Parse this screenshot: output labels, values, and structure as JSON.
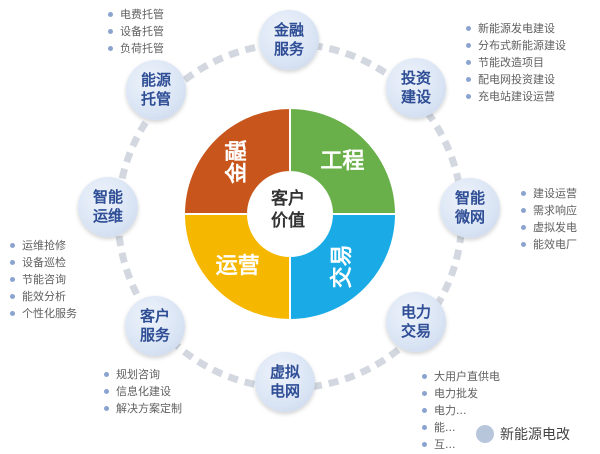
{
  "center": {
    "line1": "客户",
    "line2": "价值"
  },
  "quadrants": [
    {
      "label": "工程",
      "color": "#6ab04a"
    },
    {
      "label": "交易",
      "color": "#1aabe6"
    },
    {
      "label": "运营",
      "color": "#f6b700"
    },
    {
      "label": "金融",
      "color": "#c8551b"
    }
  ],
  "nodes": [
    {
      "line1": "金融",
      "line2": "服务"
    },
    {
      "line1": "投资",
      "line2": "建设"
    },
    {
      "line1": "智能",
      "line2": "微网"
    },
    {
      "line1": "电力",
      "line2": "交易"
    },
    {
      "line1": "虚拟",
      "line2": "电网"
    },
    {
      "line1": "客户",
      "line2": "服务"
    },
    {
      "line1": "智能",
      "line2": "运维"
    },
    {
      "line1": "能源",
      "line2": "托管"
    }
  ],
  "lists": {
    "energy_hosting": [
      "电费托管",
      "设备托管",
      "负荷托管"
    ],
    "investment": [
      "新能源发电建设",
      "分布式新能源建设",
      "节能改造项目",
      "配电网投资建设",
      "充电站建设运营"
    ],
    "microgrid": [
      "建设运营",
      "需求响应",
      "虚拟发电",
      "能效电厂"
    ],
    "power_trading": [
      "大用户直供电",
      "电力批发",
      "电力...",
      "能...",
      "互..."
    ],
    "customer_service": [
      "规划咨询",
      "信息化建设",
      "解决方案定制"
    ],
    "smart_ops": [
      "运维抢修",
      "设备巡检",
      "节能咨询",
      "能效分析",
      "个性化服务"
    ]
  },
  "watermark": {
    "text": "新能源电改"
  },
  "colors": {
    "node_text": "#2f4e96",
    "ring_dash": "#d3d8e0"
  }
}
